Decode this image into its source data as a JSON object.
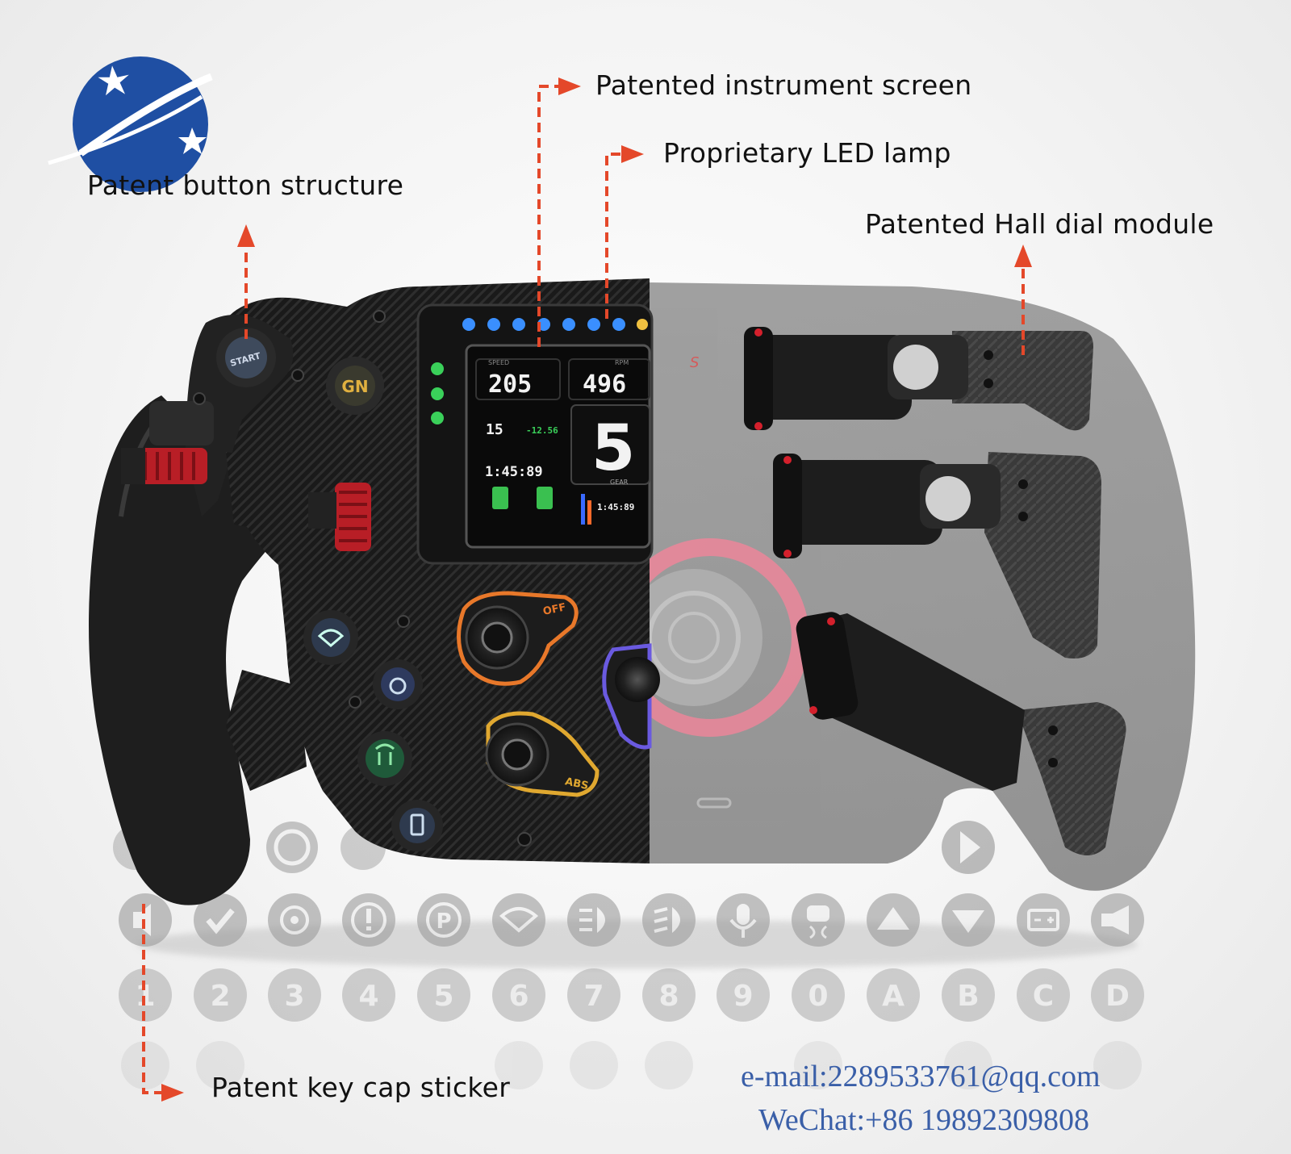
{
  "callouts": {
    "instrument_screen": "Patented instrument screen",
    "led_lamp": "Proprietary LED lamp",
    "button_structure": "Patent button structure",
    "hall_dial": "Patented Hall dial module",
    "key_cap": "Patent key cap sticker"
  },
  "contact": {
    "email": "e-mail:2289533761@qq.com",
    "wechat": "WeChat:+86  19892309808"
  },
  "display": {
    "speed": "205",
    "rpm": "496",
    "lap_num": "15",
    "time_gap": "-12.56",
    "last_lap": "1:45:89",
    "gear": "5",
    "best_lap": "1:45:89",
    "speed_label": "SPEED",
    "rpm_label": "RPM",
    "gear_label": "GEAR"
  },
  "knob_labels": {
    "orange": "OFF",
    "yellow": "ABS"
  },
  "button_labels": {
    "start": "START",
    "gn": "GN"
  },
  "sticker_glyphs": [
    "1",
    "2",
    "3",
    "4",
    "5",
    "6",
    "7",
    "8",
    "9",
    "0",
    "A",
    "B",
    "C",
    "D"
  ],
  "colors": {
    "callout_line": "#e4482a",
    "contact_text": "#3a5fa8",
    "logo_blue": "#1f4fa3",
    "carbon": "#1c1c1c",
    "accent_red": "#d4202c",
    "knob_orange": "#e8782a",
    "knob_yellow": "#e0a830",
    "knob_purple": "#6a5ae0"
  }
}
